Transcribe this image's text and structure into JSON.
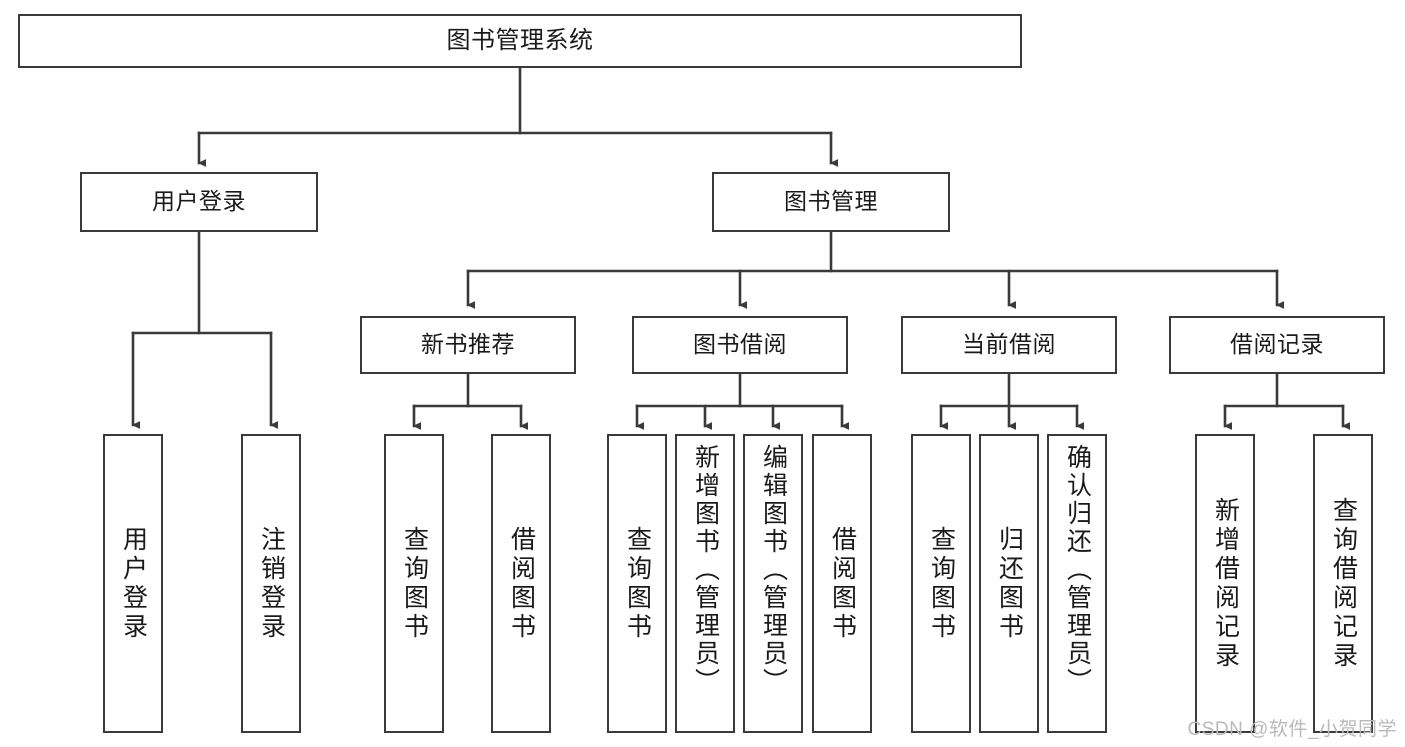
{
  "diagram": {
    "type": "tree-hierarchy",
    "title": "图书管理系统",
    "background_color": "#ffffff",
    "line_color": "#3a3a3a",
    "box_border_color": "#3a3a3a",
    "text_color": "#1a1a1a"
  },
  "root": {
    "label": "图书管理系统"
  },
  "level2": [
    {
      "label": "用户登录"
    },
    {
      "label": "图书管理"
    }
  ],
  "level3": [
    {
      "label": "新书推荐"
    },
    {
      "label": "图书借阅"
    },
    {
      "label": "当前借阅"
    },
    {
      "label": "借阅记录"
    }
  ],
  "leaves": {
    "user_login": [
      {
        "label": "用户登录"
      },
      {
        "label": "注销登录"
      }
    ],
    "new_book": [
      {
        "label": "查询图书"
      },
      {
        "label": "借阅图书"
      }
    ],
    "borrow_book": [
      {
        "label": "查询图书"
      },
      {
        "label": "新增图书（管理员）"
      },
      {
        "label": "编辑图书（管理员）"
      },
      {
        "label": "借阅图书"
      }
    ],
    "current_borrow": [
      {
        "label": "查询图书"
      },
      {
        "label": "归还图书"
      },
      {
        "label": "确认归还（管理员）"
      }
    ],
    "borrow_record": [
      {
        "label": "新增借阅记录"
      },
      {
        "label": "查询借阅记录"
      }
    ]
  },
  "watermark": {
    "text": "CSDN @软件_小贺同学"
  }
}
